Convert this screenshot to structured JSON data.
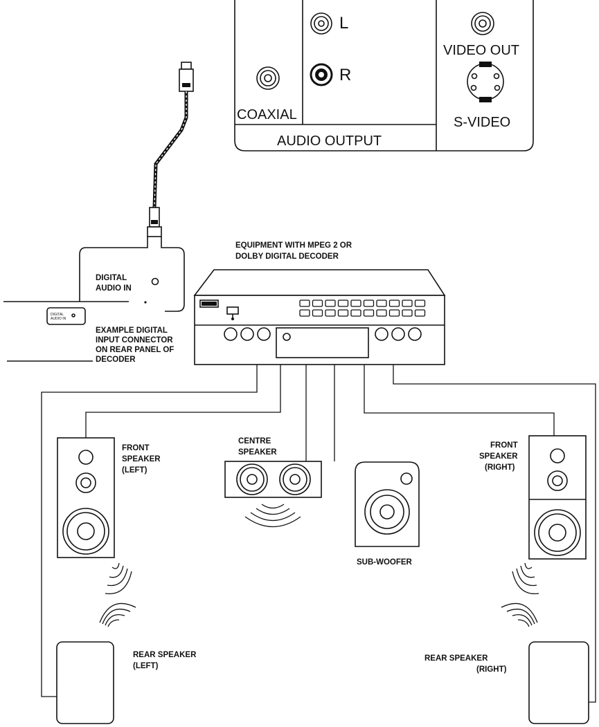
{
  "panel": {
    "left_label": "L",
    "right_label": "R",
    "coaxial_label": "COAXIAL",
    "audio_output_label": "AUDIO OUTPUT",
    "video_out_label": "VIDEO OUT",
    "svideo_label": "S-VIDEO"
  },
  "decoder": {
    "title_line1": "EQUIPMENT WITH MPEG 2 OR",
    "title_line2": "DOLBY DIGITAL DECODER"
  },
  "digital_in": {
    "label_line1": "DIGITAL",
    "label_line2": "AUDIO IN",
    "thumb_line1": "DIGITAL",
    "thumb_line2": "AUDIO IN"
  },
  "example": {
    "line1": "EXAMPLE   DIGITAL",
    "line2": "INPUT  CONNECTOR",
    "line3": "ON  REAR  PANEL  OF",
    "line4": "DECODER"
  },
  "speakers": {
    "front_left": [
      "FRONT",
      "SPEAKER",
      "(LEFT)"
    ],
    "centre": [
      "CENTRE",
      "SPEAKER"
    ],
    "subwoofer": "SUB-WOOFER",
    "front_right": [
      "FRONT",
      "SPEAKER",
      "(RIGHT)"
    ],
    "rear_left": [
      "REAR   SPEAKER",
      "(LEFT)"
    ],
    "rear_right": [
      "REAR   SPEAKER",
      "(RIGHT)"
    ]
  }
}
